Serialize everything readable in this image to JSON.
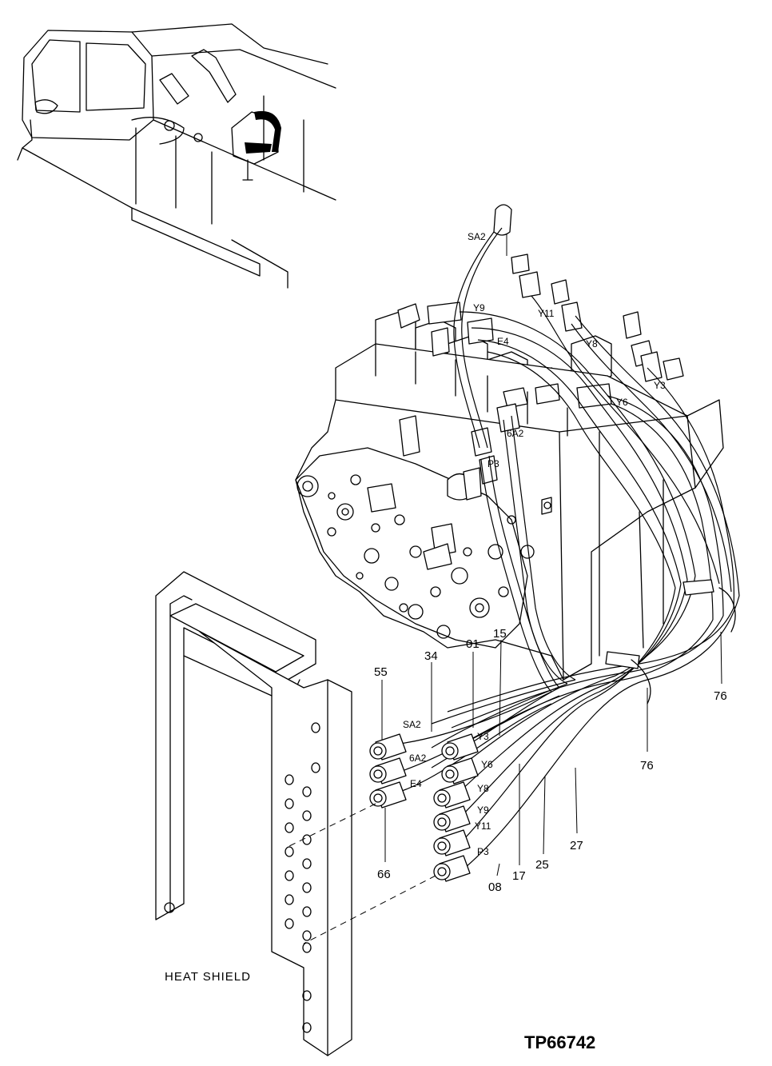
{
  "callouts": {
    "c01": "01",
    "c08": "08",
    "c15": "15",
    "c17": "17",
    "c25": "25",
    "c27": "27",
    "c34": "34",
    "c55": "55",
    "c66": "66",
    "c76a": "76",
    "c76b": "76"
  },
  "valve_ports": {
    "sa2": "SA2",
    "y9": "Y9",
    "y11": "Y11",
    "e4": "E4",
    "y8": "Y8",
    "y3": "Y3",
    "y6": "Y6",
    "a62": "6A2",
    "p3": "P3"
  },
  "bracket_ports": {
    "sa2": "SA2",
    "a62": "6A2",
    "e4": "E4",
    "y3": "Y3",
    "y6": "Y6",
    "y8": "Y8",
    "y9": "Y9",
    "y11": "Y11",
    "p3": "P3"
  },
  "caption": "HEAT SHIELD",
  "figure_id": "TP66742"
}
